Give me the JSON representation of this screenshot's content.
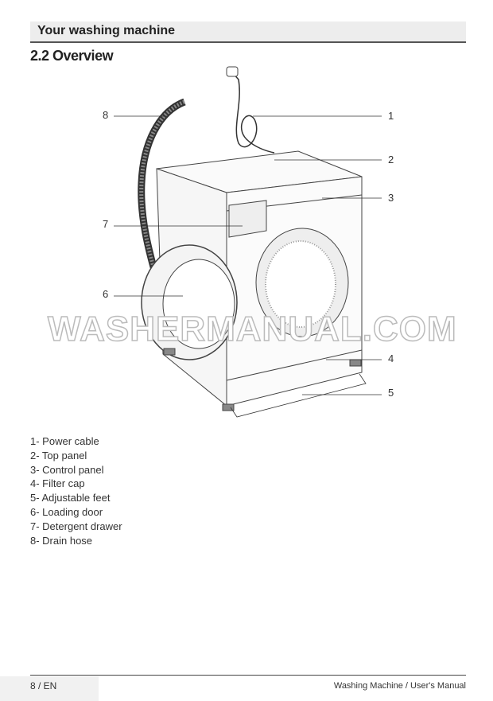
{
  "header": {
    "section": "Your washing machine",
    "title": "2.2 Overview"
  },
  "diagram": {
    "callouts": [
      "1",
      "2",
      "3",
      "4",
      "5",
      "6",
      "7",
      "8"
    ],
    "watermark": "WASHERMANUAL.COM"
  },
  "parts": [
    "1- Power cable",
    "2- Top panel",
    "3- Control panel",
    "4- Filter cap",
    "5- Adjustable feet",
    "6- Loading door",
    "7- Detergent drawer",
    "8- Drain hose"
  ],
  "footer": {
    "page": "8 / EN",
    "doc": "Washing Machine / User's Manual"
  }
}
